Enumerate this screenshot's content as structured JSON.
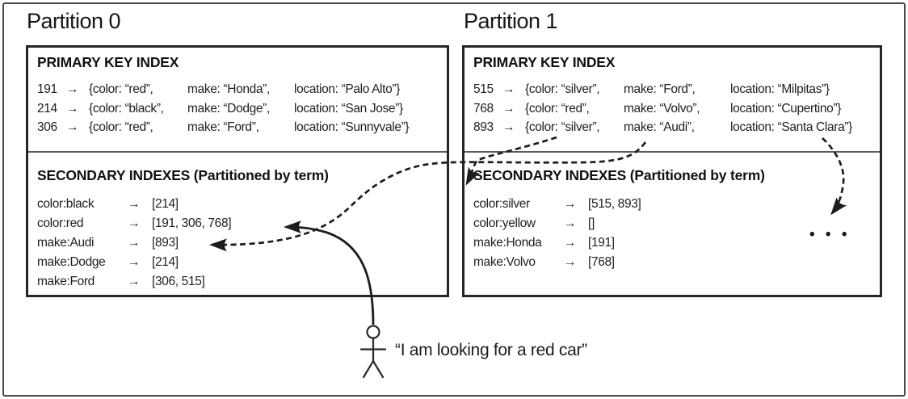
{
  "figure": {
    "arrow_glyph": "→",
    "query_quote": "“I am looking for a red car”",
    "more_partitions_ellipsis": "• • •",
    "colors": {
      "highlight": "#d9d9d9",
      "ink": "#262626"
    }
  },
  "partitions": [
    {
      "label": "Partition 0",
      "primary_heading": "PRIMARY KEY INDEX",
      "secondary_heading": "SECONDARY INDEXES (Partitioned by term)",
      "primary_rows": [
        {
          "key": "191",
          "color": "{color: “red”,",
          "make": "make: “Honda”,",
          "location": "location: “Palo Alto”}"
        },
        {
          "key": "214",
          "color": "{color: “black”,",
          "make": "make: “Dodge”,",
          "location": "location: “San Jose”}"
        },
        {
          "key": "306",
          "color": "{color: “red”,",
          "make": "make: “Ford”,",
          "location": "location: “Sunnyvale”}"
        }
      ],
      "secondary_rows": [
        {
          "term": "color:black",
          "ids": "[214]",
          "highlight": false
        },
        {
          "term": "color:red",
          "ids": "[191, 306, 768]",
          "highlight": true
        },
        {
          "term": "make:Audi",
          "ids": "[893]",
          "highlight": false
        },
        {
          "term": "make:Dodge",
          "ids": "[214]",
          "highlight": false
        },
        {
          "term": "make:Ford",
          "ids": "[306, 515]",
          "highlight": false
        }
      ]
    },
    {
      "label": "Partition 1",
      "primary_heading": "PRIMARY KEY INDEX",
      "secondary_heading": "SECONDARY INDEXES (Partitioned by term)",
      "primary_rows": [
        {
          "key": "515",
          "color": "{color: “silver”,",
          "make": "make: “Ford”,",
          "location": "location: “Milpitas”}"
        },
        {
          "key": "768",
          "color": "{color: “red”,",
          "make": "make: “Volvo”,",
          "location": "location: “Cupertino”}"
        },
        {
          "key": "893",
          "color": "{color: “silver”,",
          "make": "make: “Audi”,",
          "location": "location: “Santa Clara”}"
        }
      ],
      "secondary_rows": [
        {
          "term": "color:silver",
          "ids": "[515, 893]",
          "highlight": false
        },
        {
          "term": "color:yellow",
          "ids": "[]",
          "highlight": false
        },
        {
          "term": "make:Honda",
          "ids": "[191]",
          "highlight": false
        },
        {
          "term": "make:Volvo",
          "ids": "[768]",
          "highlight": false
        }
      ]
    }
  ]
}
